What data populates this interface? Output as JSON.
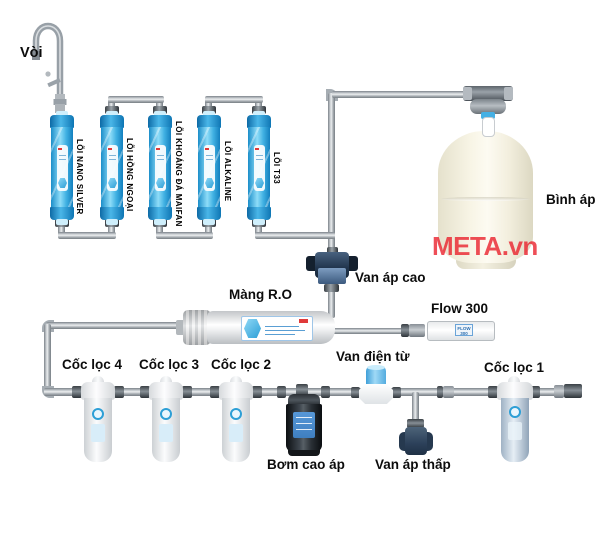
{
  "diagram": {
    "type": "RO water purifier plumbing diagram",
    "watermark": "META.vn",
    "labels": {
      "faucet": "Vòi",
      "tank": "Bình áp",
      "high_pressure_valve": "Van áp cao",
      "ro_membrane": "Màng R.O",
      "flow_restrictor": "Flow 300",
      "solenoid_valve": "Van điện từ",
      "filter_cup_4": "Cốc lọc 4",
      "filter_cup_3": "Cốc lọc 3",
      "filter_cup_2": "Cốc lọc 2",
      "filter_cup_1": "Cốc lọc 1",
      "high_pressure_pump": "Bơm cao áp",
      "low_pressure_valve": "Van áp thấp"
    },
    "cartridges": [
      {
        "label": "LÕI NANO SILVER"
      },
      {
        "label": "LÕI HỒNG NGOẠI"
      },
      {
        "label": "LÕI KHOÁNG ĐÁ MAIFAN"
      },
      {
        "label": "LÕI ALKALINE"
      },
      {
        "label": "LÕI T33"
      }
    ],
    "flow_device": {
      "line1": "FLOW",
      "line2": "300"
    },
    "colors": {
      "cartridge_blue": "#29a8e0",
      "pipe_gray": "#9aa1a7",
      "watermark_red": "#ed1c2e",
      "tank_cream": "#f7f3e6",
      "pump_black": "#16191d",
      "valve_navy": "#2a3f58",
      "solenoid_blue": "#54acdf"
    }
  }
}
